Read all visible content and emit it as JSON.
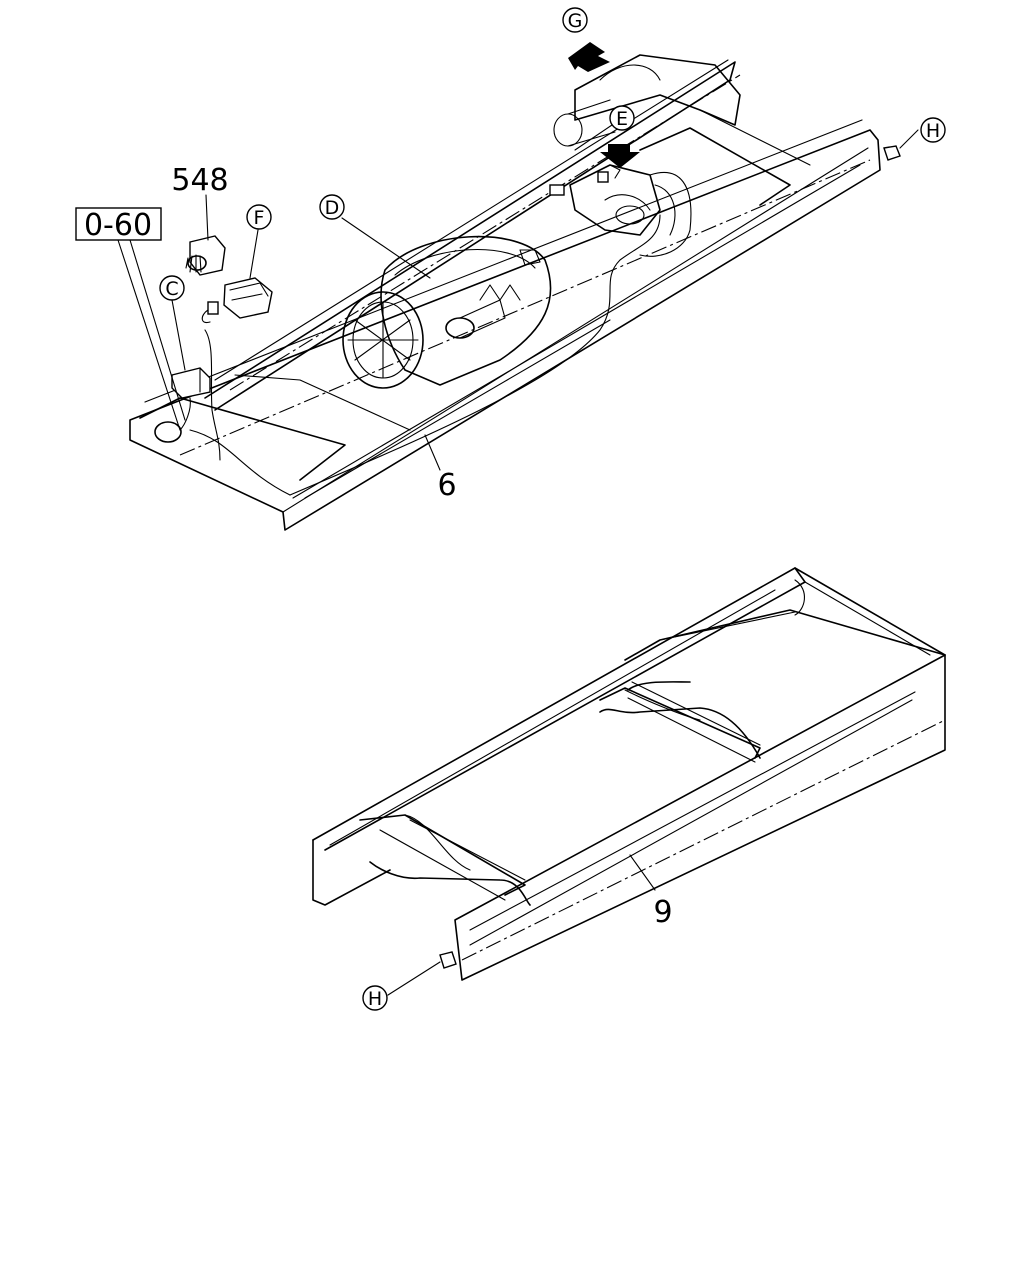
{
  "diagram": {
    "callouts": {
      "ref_box": "0-60",
      "part_548": "548",
      "part_6": "6",
      "part_9": "9"
    },
    "circle_labels": {
      "c": "C",
      "d": "D",
      "e": "E",
      "f": "F",
      "g": "G",
      "h_top": "H",
      "h_bottom": "H"
    },
    "icons": [
      "view-direction-arrow-icon",
      "view-direction-arrow-icon"
    ],
    "colors": {
      "ink": "#000000",
      "paper": "#ffffff"
    }
  }
}
